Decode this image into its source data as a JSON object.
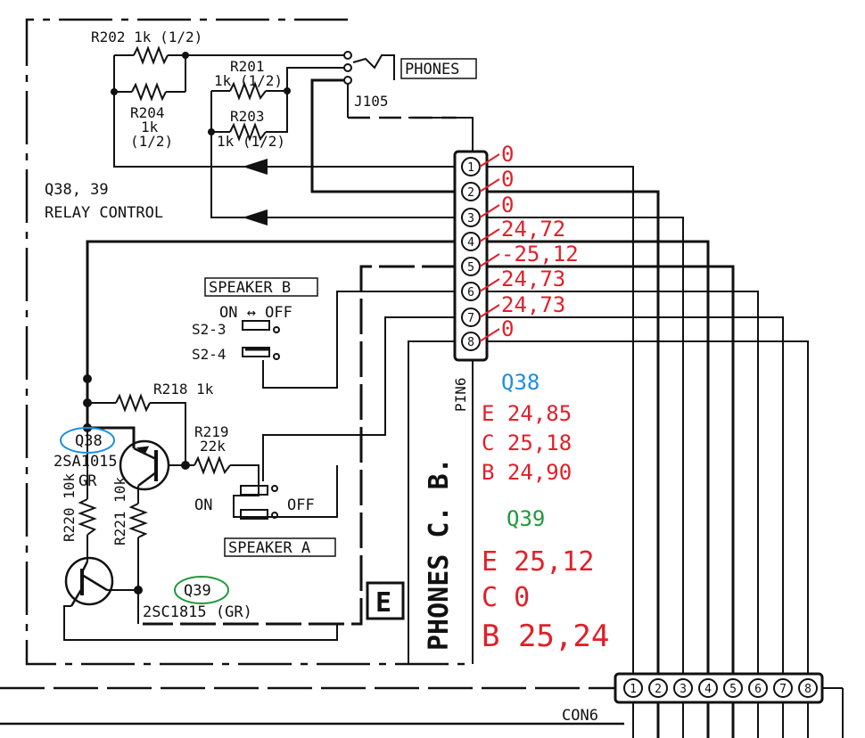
{
  "schematic": {
    "labels": {
      "r202": "R202 1k (1/2)",
      "r201": "R201",
      "r201_val": "1k  (1/2)",
      "r204": "R204",
      "r204_v1": "1k",
      "r204_v2": "(1/2)",
      "r203": "R203",
      "r203_val": "1k       (1/2)",
      "phones": "PHONES",
      "j105": "J105",
      "q3839": "Q38, 39",
      "relay": "RELAY CONTROL",
      "speaker_b": "SPEAKER B",
      "on_off": "ON ↔ OFF",
      "s2_3": "S2-3",
      "s2_4": "S2-4",
      "r218": "R218 1k",
      "q38": "Q38",
      "q38_type": "2SA1015",
      "q38_gr": "GR",
      "r219": "R219",
      "r219_val": "22k",
      "on": "ON",
      "off": "OFF",
      "r220": "R220 10k",
      "r221": "R221 10k",
      "speaker_a": "SPEAKER A",
      "q39": "Q39",
      "q39_type": "2SC1815 (GR)",
      "e_box": "E",
      "phones_cb": "PHONES C. B.",
      "pin6": "PIN6",
      "con6": "CON6"
    },
    "pins": [
      "1",
      "2",
      "3",
      "4",
      "5",
      "6",
      "7",
      "8"
    ],
    "con6_pins": [
      "1",
      "2",
      "3",
      "4",
      "5",
      "6",
      "7",
      "8"
    ],
    "pin_voltages": [
      "0",
      "0",
      "0",
      "24,72",
      "-25,12",
      "24,73",
      "24,73",
      "0"
    ],
    "q38_note": {
      "title": "Q38",
      "lines": [
        "E 24,85",
        "C 25,18",
        "B 24,90"
      ]
    },
    "q39_note": {
      "title": "Q39",
      "lines": [
        "E 25,12",
        "C 0",
        "B 25,24"
      ]
    },
    "colors": {
      "ink": "#111111",
      "red": "#e0202a",
      "blue": "#1d8fe0",
      "green": "#1f9a3a"
    }
  }
}
